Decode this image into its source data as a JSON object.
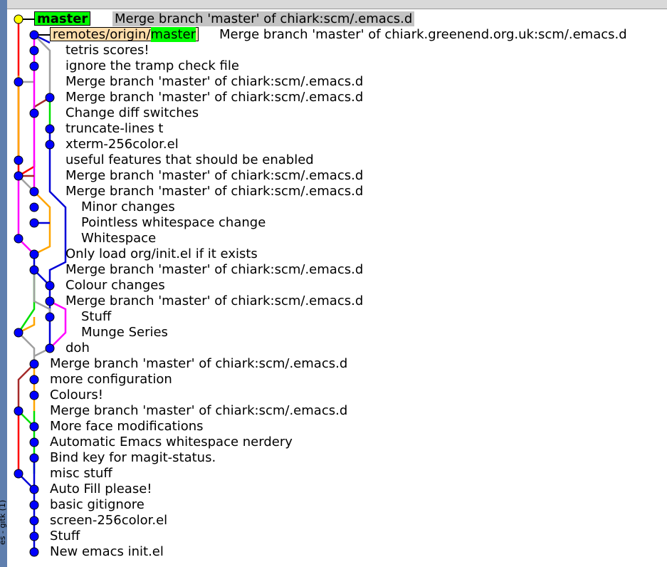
{
  "window": {
    "side_label": "es - gitk (1)"
  },
  "colors": {
    "commit_dot": "#0000ff",
    "head_dot": "#ffff00",
    "head_ref_bg": "#00ff00",
    "remote_ref_bg": "#ffddaa",
    "selection_bg": "#c3c3c3",
    "line_red": "#ff0000",
    "line_blue": "#0000d8",
    "line_gray": "#a0a0a0",
    "line_brown": "#a52a2a",
    "line_magenta": "#ff00ff",
    "line_orange": "#ffa500",
    "line_green": "#00e000"
  },
  "refs": {
    "head": "master",
    "remote_prefix": "remotes/origin/",
    "remote_branch": "master"
  },
  "commits": [
    {
      "message": "Merge branch 'master' of chiark:scm/.emacs.d"
    },
    {
      "message": "Merge branch 'master' of chiark.greenend.org.uk:scm/.emacs.d"
    },
    {
      "message": "tetris scores!"
    },
    {
      "message": "ignore the tramp check file"
    },
    {
      "message": "Merge branch 'master' of chiark:scm/.emacs.d"
    },
    {
      "message": "Merge branch 'master' of chiark:scm/.emacs.d"
    },
    {
      "message": "Change diff switches"
    },
    {
      "message": "truncate-lines t"
    },
    {
      "message": "xterm-256color.el"
    },
    {
      "message": "useful features that should be enabled"
    },
    {
      "message": "Merge branch 'master' of chiark:scm/.emacs.d"
    },
    {
      "message": "Merge branch 'master' of chiark:scm/.emacs.d"
    },
    {
      "message": "Minor changes"
    },
    {
      "message": "Pointless whitespace change"
    },
    {
      "message": "Whitespace"
    },
    {
      "message": "Only load org/init.el if it exists"
    },
    {
      "message": "Merge branch 'master' of chiark:scm/.emacs.d"
    },
    {
      "message": "Colour changes"
    },
    {
      "message": "Merge branch 'master' of chiark:scm/.emacs.d"
    },
    {
      "message": "Stuff"
    },
    {
      "message": "Munge Series"
    },
    {
      "message": "doh"
    },
    {
      "message": "Merge branch 'master' of chiark:scm/.emacs.d"
    },
    {
      "message": "more configuration"
    },
    {
      "message": "Colours!"
    },
    {
      "message": "Merge branch 'master' of chiark:scm/.emacs.d"
    },
    {
      "message": "More face modifications"
    },
    {
      "message": "Automatic Emacs whitespace nerdery"
    },
    {
      "message": "Bind key for magit-status."
    },
    {
      "message": "misc stuff"
    },
    {
      "message": "Auto Fill please!"
    },
    {
      "message": "basic gitignore"
    },
    {
      "message": "screen-256color.el"
    },
    {
      "message": "Stuff"
    },
    {
      "message": "New emacs init.el"
    }
  ]
}
